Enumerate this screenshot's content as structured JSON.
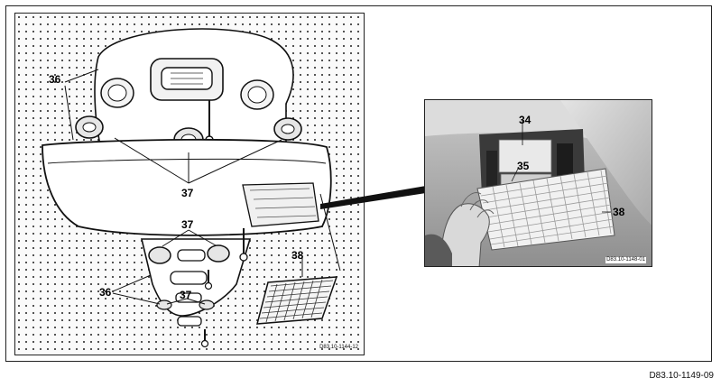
{
  "left_figure": {
    "callouts": {
      "c36_top": "36",
      "c37_mid": "37",
      "c37_lower": "37",
      "c38": "38",
      "c36_lower": "36",
      "c37_bottom": "37"
    },
    "panel_code": "D83.10-1144-12"
  },
  "photo_figure": {
    "callouts": {
      "c34": "34",
      "c35": "35",
      "c38": "38"
    },
    "panel_code": "D83.10-1148-01"
  },
  "figure_code": "D83.10-1149-09"
}
